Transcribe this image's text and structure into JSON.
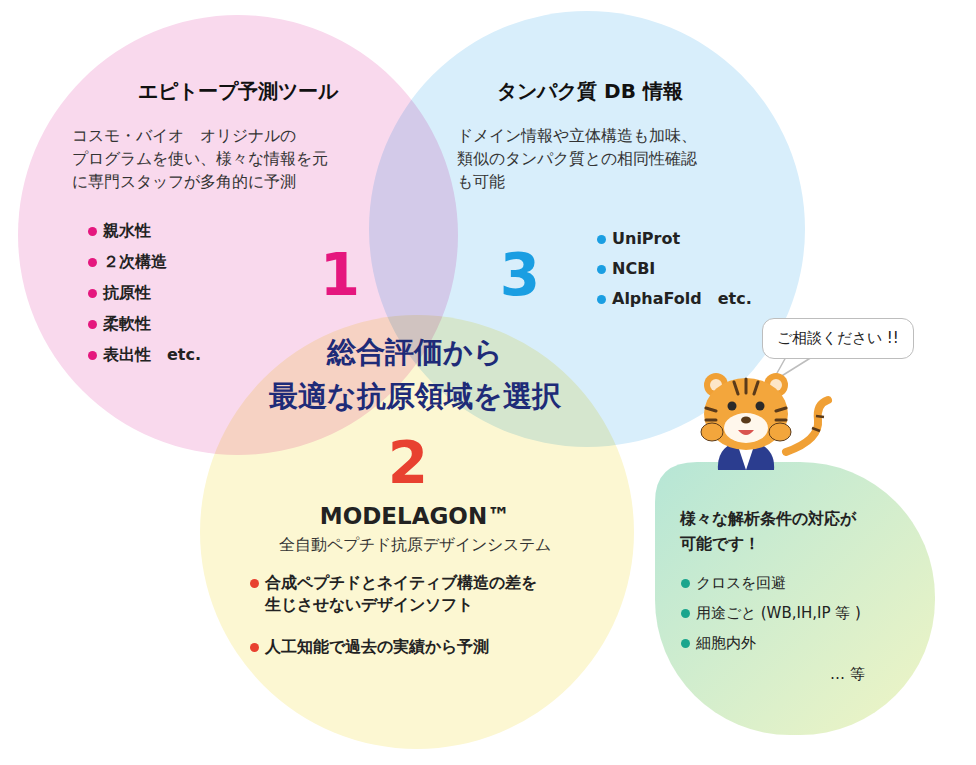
{
  "diagram": {
    "nodes": [
      {
        "text": [
          "エピトープ予測ツール",
          "コスモ・バイオ　オリジナルの プログラムを使い、様々な情報を元 に専門スタッフが多角的に予測",
          "1",
          "親水性",
          "２次構造",
          "抗原性",
          "柔軟性",
          "表出性　etc."
        ]
      },
      {
        "text": [
          "タンパク質 DB 情報",
          "ドメイン情報や立体構造も加味、 類似のタンパク質との相同性確認 も可能",
          "3",
          "UniProt",
          "NCBI",
          "AlphaFold　etc."
        ]
      },
      {
        "text": [
          "2",
          "MODELAGON™",
          "全自動ペプチド抗原デザインシステム",
          "合成ペプチドとネイティブ構造の差を 生じさせないデザインソフト",
          "人工知能で過去の実績から予測"
        ]
      },
      {
        "text": [
          "ご相談ください !!"
        ]
      },
      {
        "text": [
          "様々な解析条件の対応が 可能です！",
          "クロスを回避",
          "用途ごと (WB,IH,IP 等 )",
          "細胞内外",
          "… 等"
        ]
      }
    ],
    "edges": [],
    "labels": [
      "総合評価から 最適な抗原領域を選択"
    ]
  }
}
